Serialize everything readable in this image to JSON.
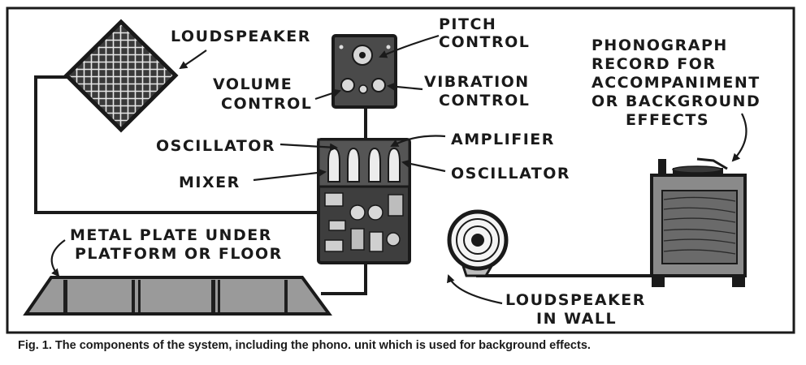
{
  "labels": {
    "loudspeaker": "LOUDSPEAKER",
    "pitch_control": [
      "PITCH",
      "CONTROL"
    ],
    "volume_control": [
      "VOLUME",
      "CONTROL"
    ],
    "vibration_control": [
      "VIBRATION",
      "CONTROL"
    ],
    "phonograph": [
      "PHONOGRAPH",
      "RECORD FOR",
      "ACCOMPANIMENT",
      "OR BACKGROUND",
      "EFFECTS"
    ],
    "oscillator_top": "OSCILLATOR",
    "amplifier": "AMPLIFIER",
    "mixer": "MIXER",
    "oscillator_right": "OSCILLATOR",
    "metal_plate": [
      "METAL PLATE UNDER",
      "PLATFORM OR FLOOR"
    ],
    "loudspeaker_wall": [
      "LOUDSPEAKER",
      "IN WALL"
    ]
  },
  "caption": "Fig. 1. The components of the system, including the phono. unit which is used for background effects.",
  "colors": {
    "ink": "#1a1a1a",
    "paper": "#ffffff"
  }
}
